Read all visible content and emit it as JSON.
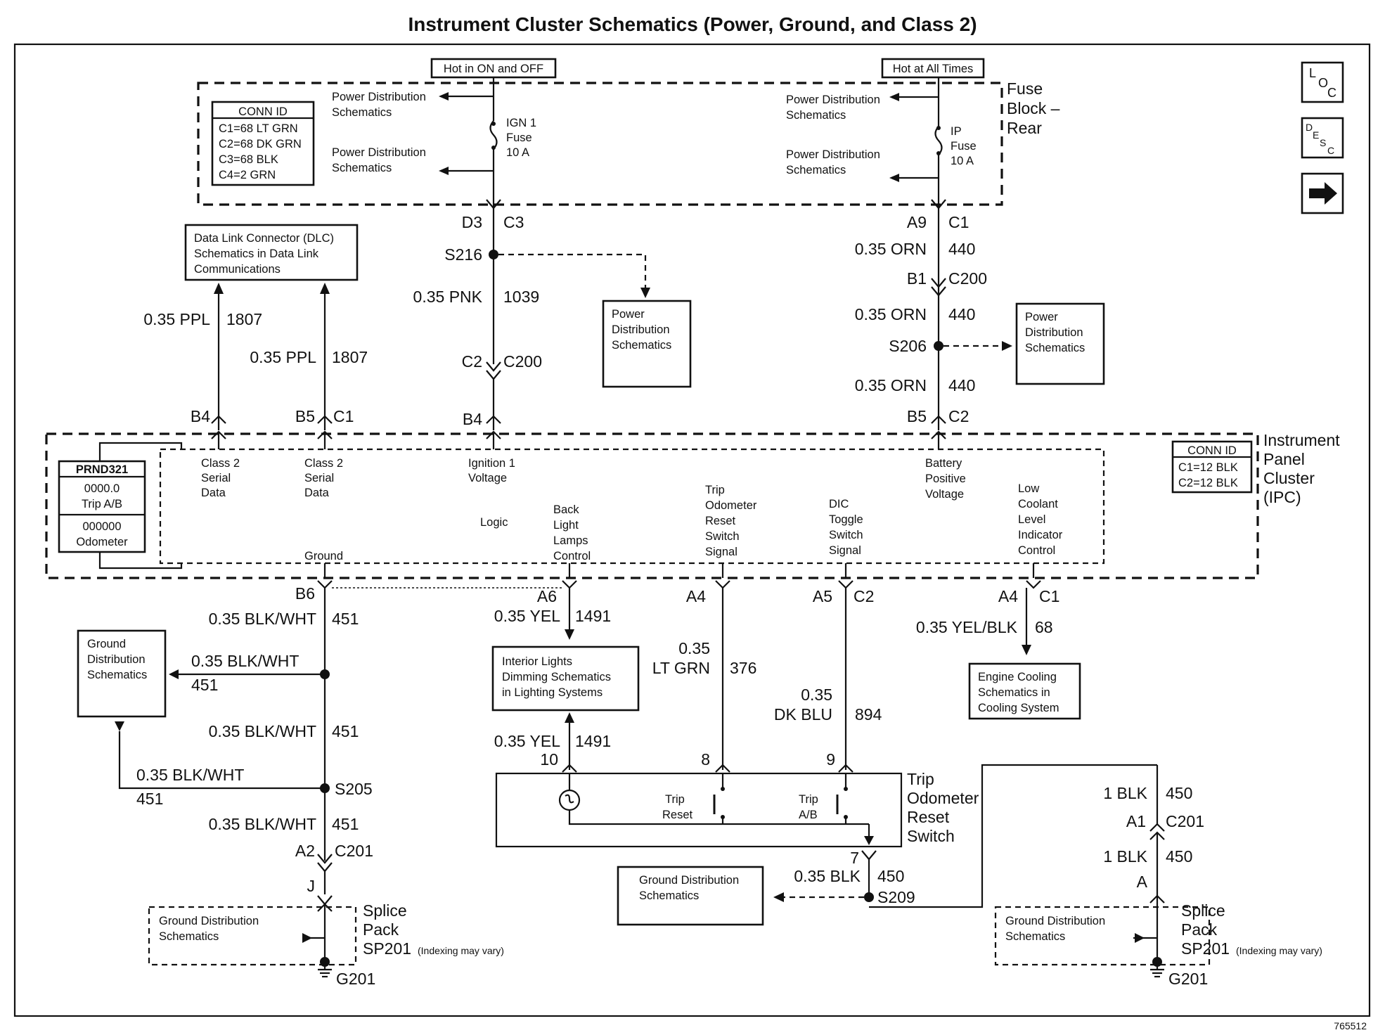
{
  "title": "Instrument Cluster Schematics (Power, Ground, and Class 2)",
  "figure_number": "765512",
  "nav": {
    "loc": [
      "L",
      "O",
      "C"
    ],
    "desc": [
      "D",
      "E",
      "S",
      "C"
    ],
    "arrow": "right-arrow-icon"
  },
  "fuse_block": {
    "name": [
      "Fuse",
      "Block –",
      "Rear"
    ],
    "hot_run": "Hot in ON and OFF",
    "hot_always": "Hot at All Times",
    "conn_id": {
      "title": "CONN ID",
      "rows": [
        "C1=68 LT GRN",
        "C2=68 DK GRN",
        "C3=68 BLK",
        "C4=2 GRN"
      ]
    },
    "pd_left": [
      [
        "Power Distribution",
        "Schematics"
      ],
      [
        "Power Distribution",
        "Schematics"
      ]
    ],
    "pd_right": [
      [
        "Power Distribution",
        "Schematics"
      ],
      [
        "Power Distribution",
        "Schematics"
      ]
    ],
    "fuse1": [
      "IGN 1",
      "Fuse",
      "10 A"
    ],
    "fuse2": [
      "IP",
      "Fuse",
      "10 A"
    ]
  },
  "dlc": [
    "Data Link Connector (DLC)",
    "Schematics in Data Link",
    "Communications"
  ],
  "pd_box1": [
    "Power",
    "Distribution",
    "Schematics"
  ],
  "pd_box2": [
    "Power",
    "Distribution",
    "Schematics"
  ],
  "ign_circuit": {
    "pin_top": [
      "D3",
      "C3"
    ],
    "splice": "S216",
    "wire": [
      "0.35 PNK",
      "1039"
    ],
    "conn": [
      "C2",
      "C200"
    ],
    "ipc_pin": "B4"
  },
  "bat_circuit": {
    "pin_top": [
      "A9",
      "C1"
    ],
    "wire1": [
      "0.35 ORN",
      "440"
    ],
    "conn": [
      "B1",
      "C200"
    ],
    "wire2": [
      "0.35 ORN",
      "440"
    ],
    "splice": "S206",
    "wire3": [
      "0.35 ORN",
      "440"
    ],
    "ipc_pin": [
      "B5",
      "C2"
    ]
  },
  "class2": {
    "wire_a": [
      "0.35 PPL",
      "1807"
    ],
    "wire_b": [
      "0.35 PPL",
      "1807"
    ],
    "pin_a": "B4",
    "pin_b": [
      "B5",
      "C1"
    ]
  },
  "ipc": {
    "name": [
      "Instrument",
      "Panel",
      "Cluster",
      "(IPC)"
    ],
    "conn_id": {
      "title": "CONN ID",
      "rows": [
        "C1=12 BLK",
        "C2=12 BLK"
      ]
    },
    "display": {
      "prnd": "PRND321",
      "trip": [
        "0000.0",
        "Trip A/B"
      ],
      "odo": [
        "000000",
        "Odometer"
      ]
    },
    "logic": "Logic",
    "ground": "Ground",
    "signals": {
      "class2_a": [
        "Class 2",
        "Serial",
        "Data"
      ],
      "class2_b": [
        "Class 2",
        "Serial",
        "Data"
      ],
      "ign": [
        "Ignition 1",
        "Voltage"
      ],
      "backlight": [
        "Back",
        "Light",
        "Lamps",
        "Control"
      ],
      "trip_reset": [
        "Trip",
        "Odometer",
        "Reset",
        "Switch",
        "Signal"
      ],
      "dic": [
        "DIC",
        "Toggle",
        "Switch",
        "Signal"
      ],
      "bat": [
        "Battery",
        "Positive",
        "Voltage"
      ],
      "coolant": [
        "Low",
        "Coolant",
        "Level",
        "Indicator",
        "Control"
      ]
    }
  },
  "bottom": {
    "ground_pin": "B6",
    "gnd_wire1": [
      "0.35 BLK/WHT",
      "451"
    ],
    "gnd_box": [
      "Ground",
      "Distribution",
      "Schematics"
    ],
    "gnd_branch": [
      "0.35 BLK/WHT",
      "451"
    ],
    "gnd_wire2": [
      "0.35 BLK/WHT",
      "451"
    ],
    "gnd_branch2": [
      "0.35 BLK/WHT",
      "451"
    ],
    "splice_s205": "S205",
    "gnd_wire3": [
      "0.35 BLK/WHT",
      "451"
    ],
    "conn_c201": [
      "A2",
      "C201"
    ],
    "pin_j": "J",
    "sp_left": {
      "box": [
        "Ground Distribution",
        "Schematics"
      ],
      "name": [
        "Splice",
        "Pack",
        "SP201"
      ],
      "note": "(Indexing may vary)",
      "ground": "G201"
    },
    "backlight_pin": "A6",
    "yel_wire1": [
      "0.35 YEL",
      "1491"
    ],
    "dimming_box": [
      "Interior Lights",
      "Dimming Schematics",
      "in Lighting Systems"
    ],
    "yel_wire2": [
      "0.35 YEL",
      "1491"
    ],
    "yel_pin": "10",
    "trip_pin": "A4",
    "trip_wire": [
      "0.35",
      "LT GRN",
      "376"
    ],
    "trip_sw_pin": "8",
    "dic_pin": [
      "A5",
      "C2"
    ],
    "dic_wire": [
      "0.35",
      "DK BLU",
      "894"
    ],
    "dic_sw_pin": "9",
    "switch_name": [
      "Trip",
      "Odometer",
      "Reset",
      "Switch"
    ],
    "sw_reset": [
      "Trip",
      "Reset"
    ],
    "sw_ab": [
      "Trip",
      "A/B"
    ],
    "sw_gnd_pin": "7",
    "blk_wire": [
      "0.35 BLK",
      "450"
    ],
    "splice_s209": "S209",
    "gnd_box2": [
      "Ground Distribution",
      "Schematics"
    ],
    "cool_pin": [
      "A4",
      "C1"
    ],
    "cool_wire": [
      "0.35 YEL/BLK",
      "68"
    ],
    "cool_box": [
      "Engine Cooling",
      "Schematics in",
      "Cooling System"
    ],
    "r_wire1": [
      "1 BLK",
      "450"
    ],
    "r_conn": [
      "A1",
      "C201"
    ],
    "r_wire2": [
      "1 BLK",
      "450"
    ],
    "r_pin": "A",
    "sp_right": {
      "box": [
        "Ground Distribution",
        "Schematics"
      ],
      "name": [
        "Splice",
        "Pack",
        "SP201"
      ],
      "note": "(Indexing may vary)",
      "ground": "G201"
    }
  }
}
